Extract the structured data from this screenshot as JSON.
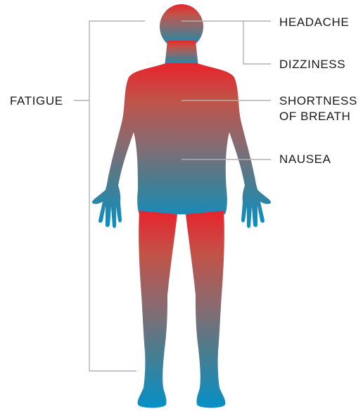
{
  "labels": {
    "headache": "HEADACHE",
    "dizziness": "DIZZINESS",
    "shortness_line1": "SHORTNESS",
    "shortness_line2": "OF BREATH",
    "nausea": "NAUSEA",
    "fatigue": "FATIGUE"
  },
  "colors": {
    "gradient_top": "#e8242c",
    "gradient_mid1": "#c25248",
    "gradient_mid2": "#8a6a70",
    "gradient_mid3": "#4e7b8c",
    "gradient_bottom": "#0690c6",
    "leader_line": "#b0b0b0",
    "text": "#1a1a1a"
  },
  "icons": [
    "human-body-silhouette"
  ]
}
